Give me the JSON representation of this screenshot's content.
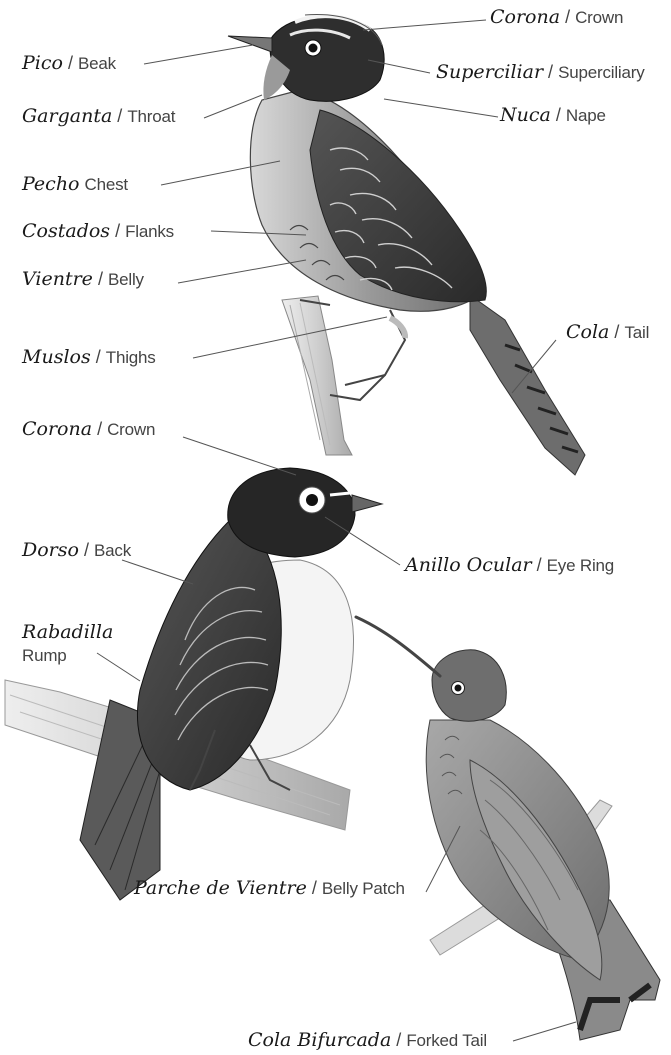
{
  "labels": {
    "crown_top": {
      "es": "Corona",
      "sep": "/",
      "en": "Crown"
    },
    "beak": {
      "es": "Pico",
      "sep": "/",
      "en": "Beak"
    },
    "superciliary": {
      "es": "Superciliar",
      "sep": "/",
      "en": "Superciliary"
    },
    "throat": {
      "es": "Garganta",
      "sep": "/",
      "en": "Throat"
    },
    "nape": {
      "es": "Nuca",
      "sep": "/",
      "en": "Nape"
    },
    "chest": {
      "es": "Pecho",
      "en": "Chest"
    },
    "flanks": {
      "es": "Costados",
      "sep": "/",
      "en": "Flanks"
    },
    "belly": {
      "es": "Vientre",
      "sep": "/",
      "en": "Belly"
    },
    "thighs": {
      "es": "Muslos",
      "sep": "/",
      "en": "Thighs"
    },
    "tail": {
      "es": "Cola",
      "sep": "/",
      "en": "Tail"
    },
    "crown_mid": {
      "es": "Corona",
      "sep": "/",
      "en": "Crown"
    },
    "back": {
      "es": "Dorso",
      "sep": "/",
      "en": "Back"
    },
    "eye_ring": {
      "es": "Anillo Ocular",
      "sep": "/",
      "en": "Eye Ring"
    },
    "rump": {
      "es": "Rabadilla",
      "en": "Rump"
    },
    "belly_patch": {
      "es": "Parche de Vientre",
      "sep": "/",
      "en": "Belly Patch"
    },
    "forked_tail": {
      "es": "Cola Bifurcada",
      "sep": "/",
      "en": "Forked Tail"
    }
  },
  "colors": {
    "ink": "#1a1a1a",
    "pencil_dark": "#3a3a3a",
    "pencil_mid": "#8a8a8a",
    "pencil_light": "#c8c8c8"
  }
}
